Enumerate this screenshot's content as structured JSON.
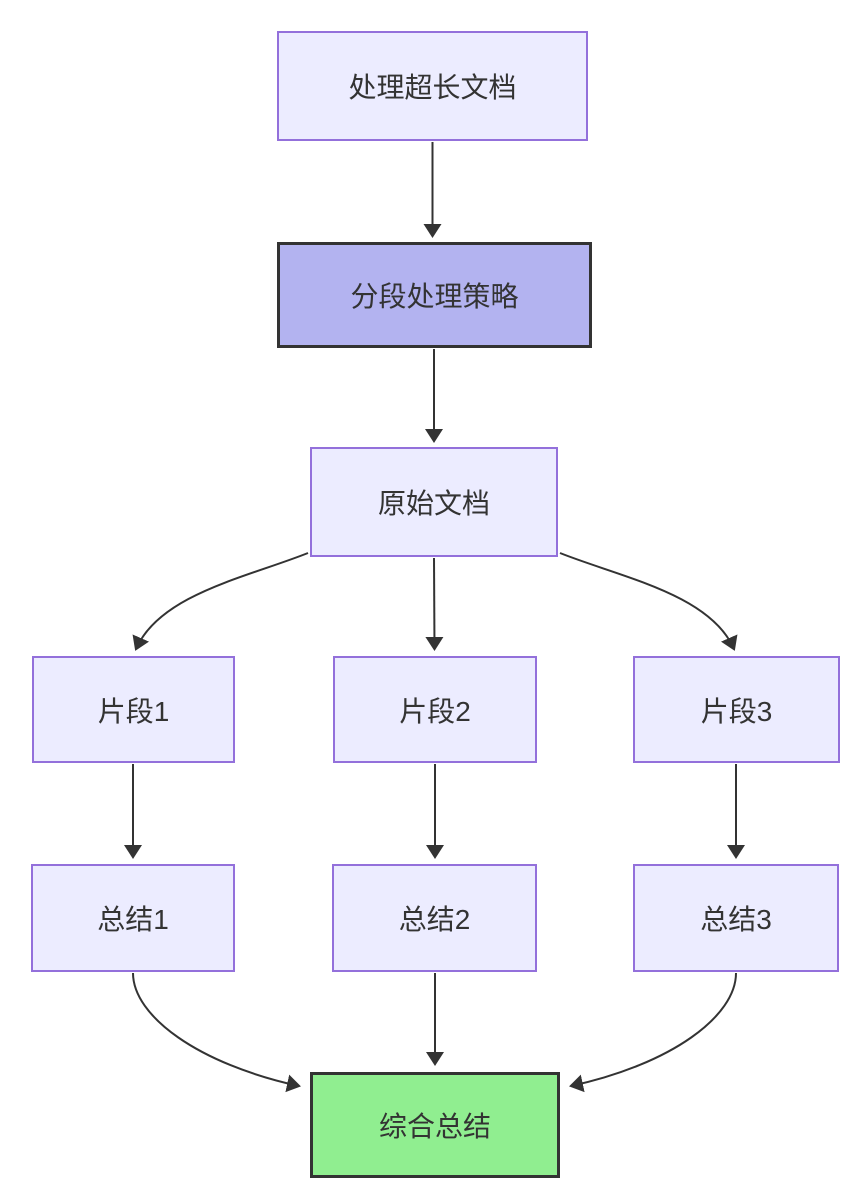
{
  "diagram": {
    "type": "flowchart",
    "direction": "top-down",
    "nodes": [
      {
        "id": "doc",
        "label": "处理超长文档",
        "style": "default"
      },
      {
        "id": "strategy",
        "label": "分段处理策略",
        "style": "emphasis"
      },
      {
        "id": "original",
        "label": "原始文档",
        "style": "default"
      },
      {
        "id": "frag1",
        "label": "片段1",
        "style": "default"
      },
      {
        "id": "frag2",
        "label": "片段2",
        "style": "default"
      },
      {
        "id": "frag3",
        "label": "片段3",
        "style": "default"
      },
      {
        "id": "sum1",
        "label": "总结1",
        "style": "default"
      },
      {
        "id": "sum2",
        "label": "总结2",
        "style": "default"
      },
      {
        "id": "sum3",
        "label": "总结3",
        "style": "default"
      },
      {
        "id": "final",
        "label": "综合总结",
        "style": "result"
      }
    ],
    "edges": [
      {
        "from": "doc",
        "to": "strategy"
      },
      {
        "from": "strategy",
        "to": "original"
      },
      {
        "from": "original",
        "to": "frag1"
      },
      {
        "from": "original",
        "to": "frag2"
      },
      {
        "from": "original",
        "to": "frag3"
      },
      {
        "from": "frag1",
        "to": "sum1"
      },
      {
        "from": "frag2",
        "to": "sum2"
      },
      {
        "from": "frag3",
        "to": "sum3"
      },
      {
        "from": "sum1",
        "to": "final"
      },
      {
        "from": "sum2",
        "to": "final"
      },
      {
        "from": "sum3",
        "to": "final"
      }
    ],
    "colors": {
      "background": "#ffffff",
      "node_fill": "#ECECFF",
      "node_border": "#9370DB",
      "emphasis_fill": "#B3B3F0",
      "emphasis_border": "#333333",
      "result_fill": "#90EE90",
      "result_border": "#333333",
      "edge": "#333333",
      "text": "#333333"
    }
  }
}
